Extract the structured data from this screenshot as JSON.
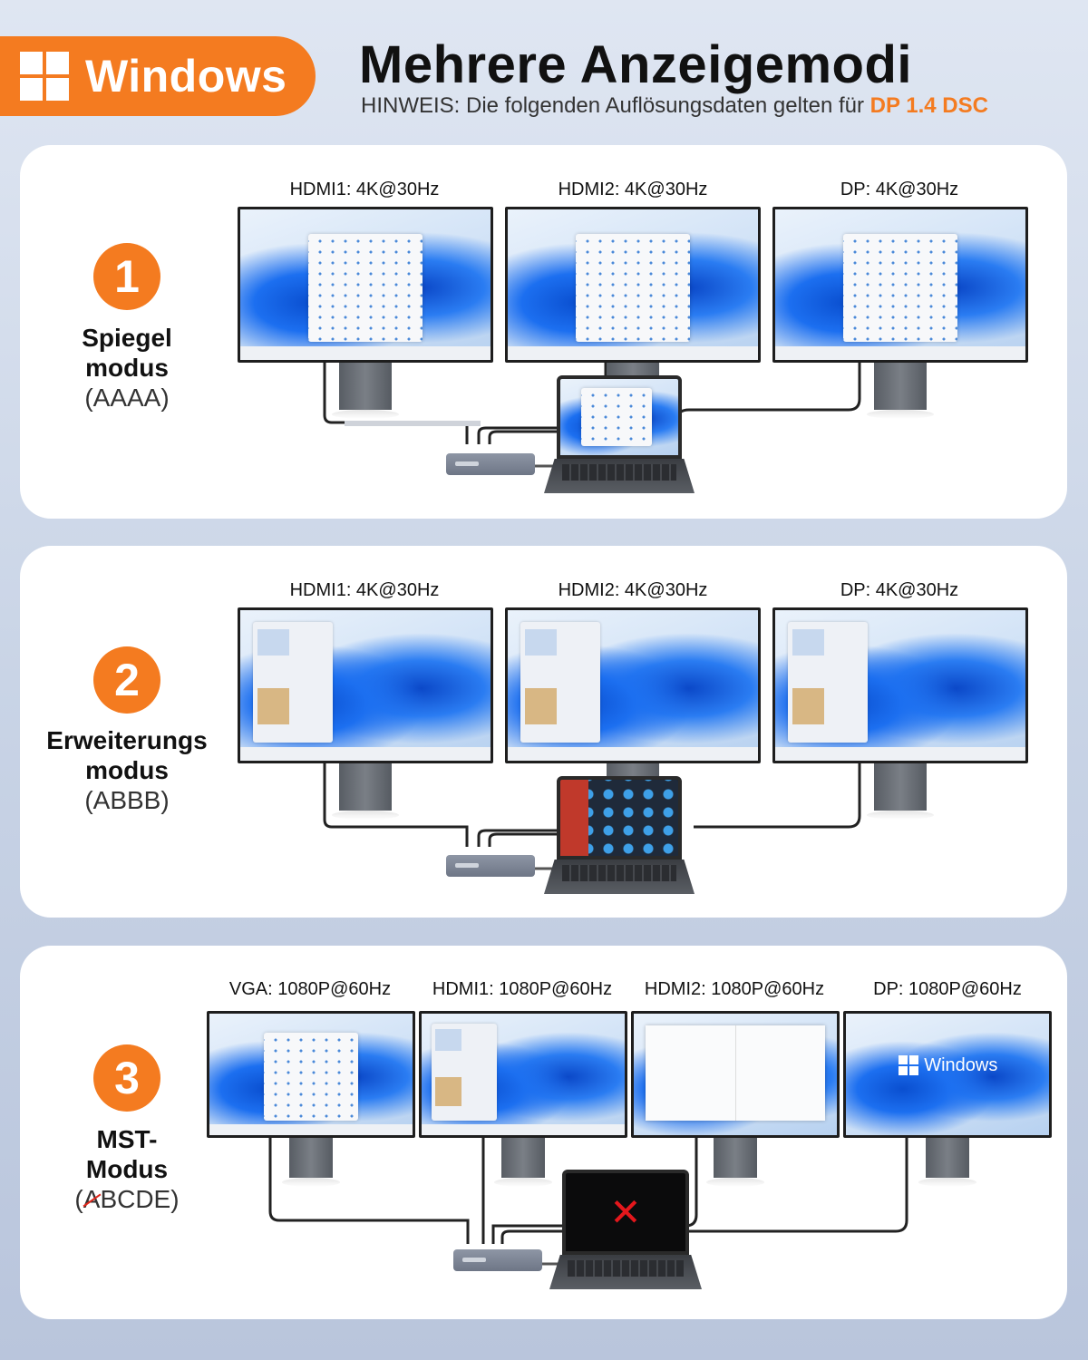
{
  "badge": {
    "logo_icon": "windows-logo-icon",
    "text": "Windows"
  },
  "header": {
    "title": "Mehrere Anzeigemodi",
    "note_prefix": "HINWEIS: Die folgenden Auflösungsdaten gelten für ",
    "note_highlight": "DP 1.4 DSC"
  },
  "colors": {
    "accent": "#f47b20",
    "error_red": "#e5171c"
  },
  "sections": [
    {
      "number": "1",
      "name_line1": "Spiegel",
      "name_line2": "modus",
      "code": "(AAAA)",
      "ports": [
        "HDMI1: 4K@30Hz",
        "HDMI2: 4K@30Hz",
        "DP: 4K@30Hz"
      ]
    },
    {
      "number": "2",
      "name_line1": "Erweiterungs",
      "name_line2": "modus",
      "code": "(ABBB)",
      "ports": [
        "HDMI1: 4K@30Hz",
        "HDMI2: 4K@30Hz",
        "DP: 4K@30Hz"
      ]
    },
    {
      "number": "3",
      "name_line1": "MST-",
      "name_line2": "Modus",
      "code_open": "(",
      "code_struck": "A",
      "code_rest": "BCDE)",
      "ports": [
        "VGA: 1080P@60Hz",
        "HDMI1: 1080P@60Hz",
        "HDMI2: 1080P@60Hz",
        "DP: 1080P@60Hz"
      ],
      "screen4_brand": "Windows",
      "laptop_status": "✕"
    }
  ]
}
